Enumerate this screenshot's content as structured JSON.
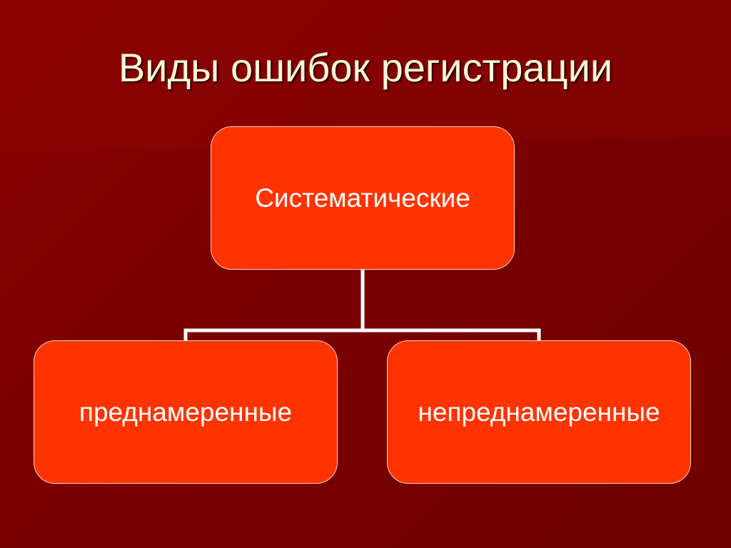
{
  "slide": {
    "title": "Виды ошибок регистрации"
  },
  "diagram": {
    "root": {
      "label": "Систематические"
    },
    "children": [
      {
        "label": "преднамеренные"
      },
      {
        "label": "непреднамеренные"
      }
    ]
  },
  "colors": {
    "background": "#7a0000",
    "box_fill": "#ff3300",
    "connector": "#ffffff",
    "title_text": "#fff8d8"
  }
}
